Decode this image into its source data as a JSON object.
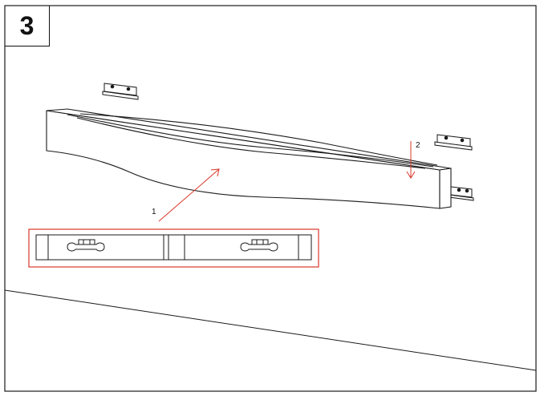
{
  "step": {
    "number": "3"
  },
  "callouts": [
    {
      "id": "1",
      "label": "1"
    },
    {
      "id": "2",
      "label": "2"
    }
  ],
  "colors": {
    "line": "#1a1a1a",
    "accent": "#d9372b",
    "panel": "#ffffff"
  }
}
